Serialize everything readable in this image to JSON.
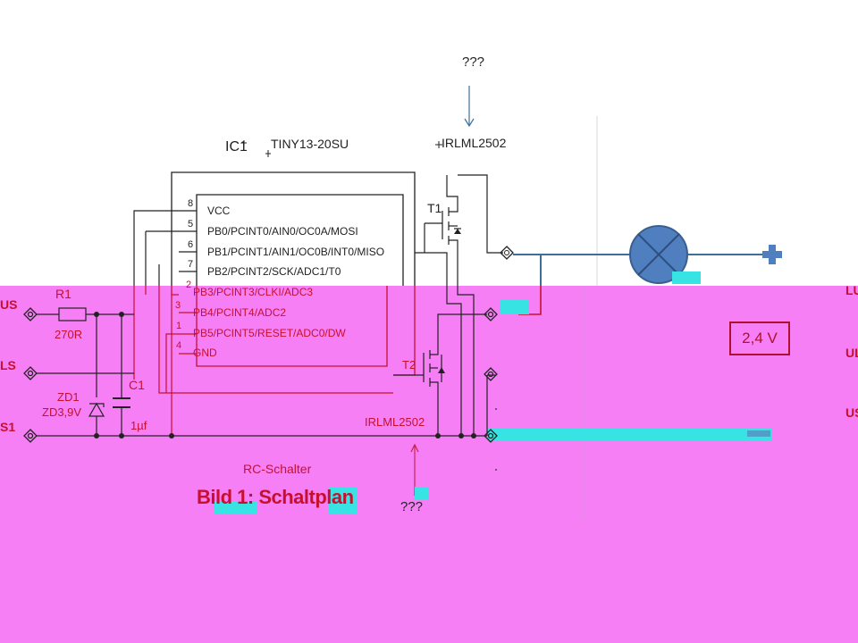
{
  "question_top": "???",
  "question_bottom": "???",
  "ic": {
    "ref": "IC1",
    "part": "TINY13-20SU",
    "pins": [
      {
        "num": "8",
        "label": "VCC"
      },
      {
        "num": "5",
        "label": "PB0/PCINT0/AIN0/OC0A/MOSI"
      },
      {
        "num": "6",
        "label": "PB1/PCINT1/AIN1/OC0B/INT0/MISO"
      },
      {
        "num": "7",
        "label": "PB2/PCINT2/SCK/ADC1/T0"
      },
      {
        "num": "2",
        "label": "PB3/PCINT3/CLKI/ADC3"
      },
      {
        "num": "3",
        "label": "PB4/PCINT4/ADC2"
      },
      {
        "num": "1",
        "label": "PB5/PCINT5/RESET/ADC0/DW"
      },
      {
        "num": "4",
        "label": "GND"
      }
    ]
  },
  "t1": {
    "ref": "T1",
    "part": "IRLML2502"
  },
  "t2": {
    "ref": "T2",
    "part": "IRLML2502"
  },
  "r1": {
    "ref": "R1",
    "value": "270R"
  },
  "zd1": {
    "ref": "ZD1",
    "value": "ZD3,9V"
  },
  "c1": {
    "ref": "C1",
    "value": "1µf"
  },
  "caption": {
    "subtitle": "RC-Schalter",
    "title": "Bild 1: Schaltplan"
  },
  "voltage": "2,4 V",
  "left_edge": [
    "US",
    "LS",
    "S1"
  ],
  "right_edge": [
    "LU",
    "UL",
    "US"
  ],
  "colors": {
    "magenta": "#f67ff6",
    "wire_blue": "#3e6f98",
    "lamp_blue": "#4f7fbf",
    "cyan": "#38e3e3",
    "red": "#c8102e"
  }
}
